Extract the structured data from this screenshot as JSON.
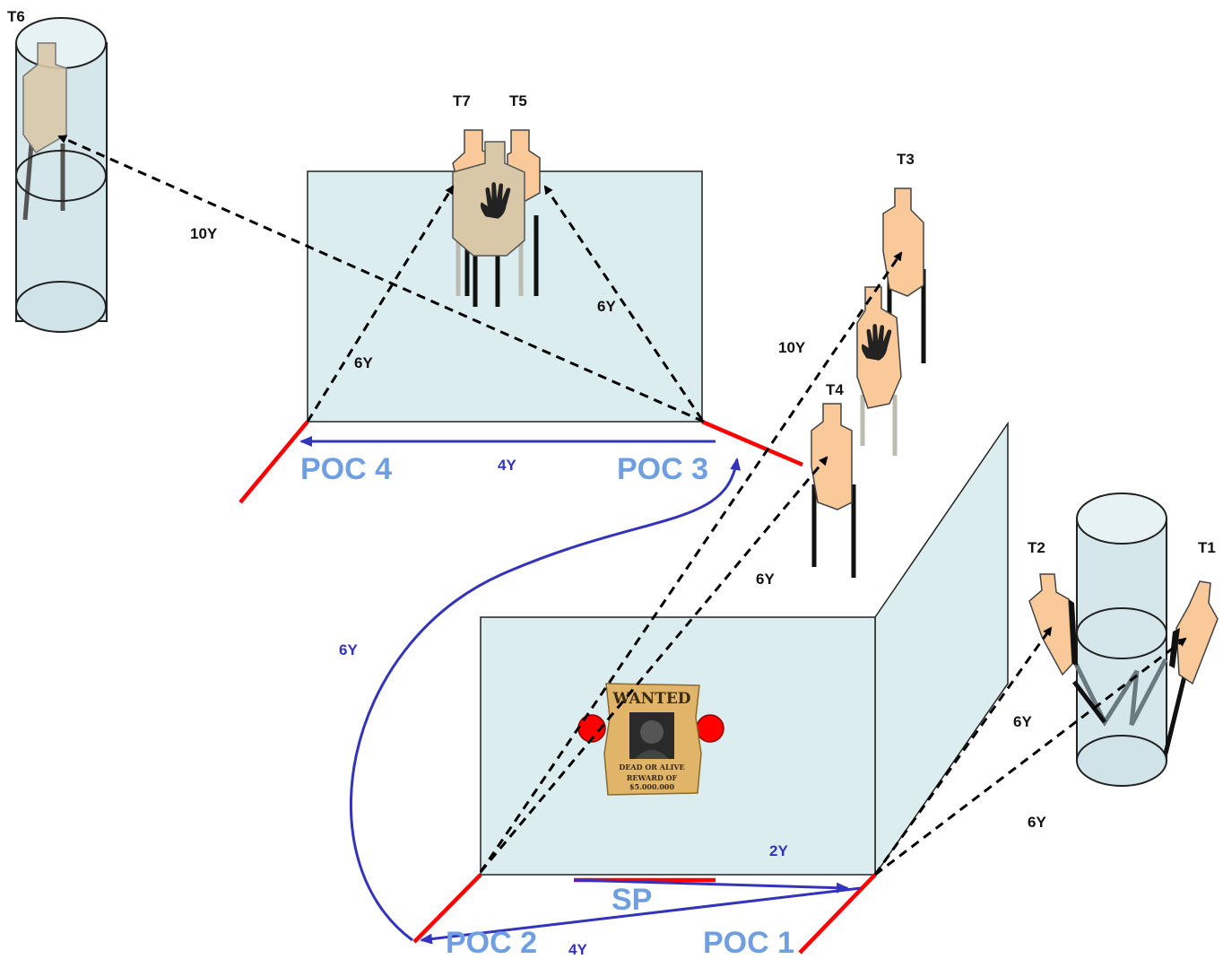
{
  "targets": {
    "t1": "T1",
    "t2": "T2",
    "t3": "T3",
    "t4": "T4",
    "t5": "T5",
    "t6": "T6",
    "t7": "T7"
  },
  "distances": {
    "t6": "10Y",
    "t7": "6Y",
    "t5": "6Y",
    "t3": "10Y",
    "t4": "6Y",
    "t2": "6Y",
    "t1": "6Y"
  },
  "movements": {
    "sp_to_poc1": "2Y",
    "poc1_to_poc2": "4Y",
    "poc2_to_poc3": "6Y",
    "poc3_to_poc4": "4Y"
  },
  "positions": {
    "start": "SP",
    "poc1": "POC 1",
    "poc2": "POC 2",
    "poc3": "POC 3",
    "poc4": "POC 4"
  },
  "poster": {
    "title": "WANTED",
    "line1": "DEAD OR ALIVE",
    "line2": "REWARD OF",
    "line3": "$5.000.000"
  },
  "colors": {
    "wall": "#dcedf0",
    "fault_line": "#ff0000",
    "movement": "#3333bb",
    "position_label": "#6f9fe0",
    "target": "#f9c99a",
    "no_shoot": "#d8c8a8"
  }
}
